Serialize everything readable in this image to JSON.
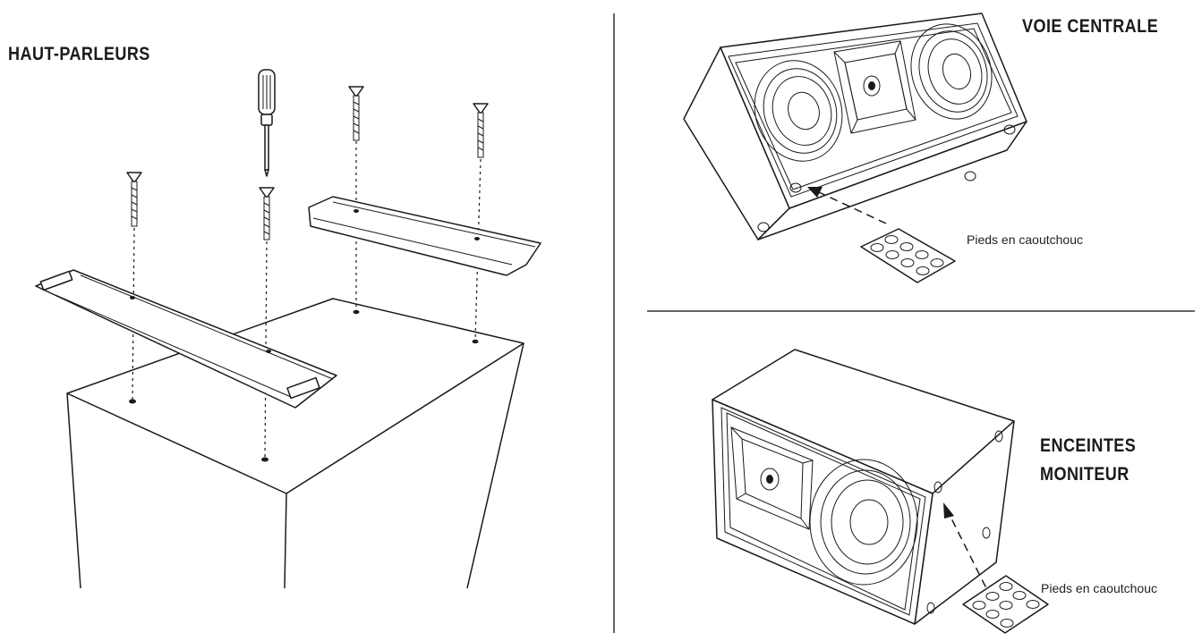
{
  "panels": {
    "haut_parleurs": {
      "title": "HAUT-PARLEURS"
    },
    "voie_centrale": {
      "title": "VOIE CENTRALE",
      "feet_label": "Pieds en caoutchouc"
    },
    "enceintes_moniteur": {
      "title_line1": "ENCEINTES",
      "title_line2": "MONITEUR",
      "feet_label": "Pieds en caoutchouc"
    }
  },
  "colors": {
    "ink": "#1a1a1a",
    "background": "#ffffff"
  },
  "icons": [
    "screwdriver-icon",
    "screw-icon",
    "rubber-feet-icon",
    "arrow-icon"
  ]
}
